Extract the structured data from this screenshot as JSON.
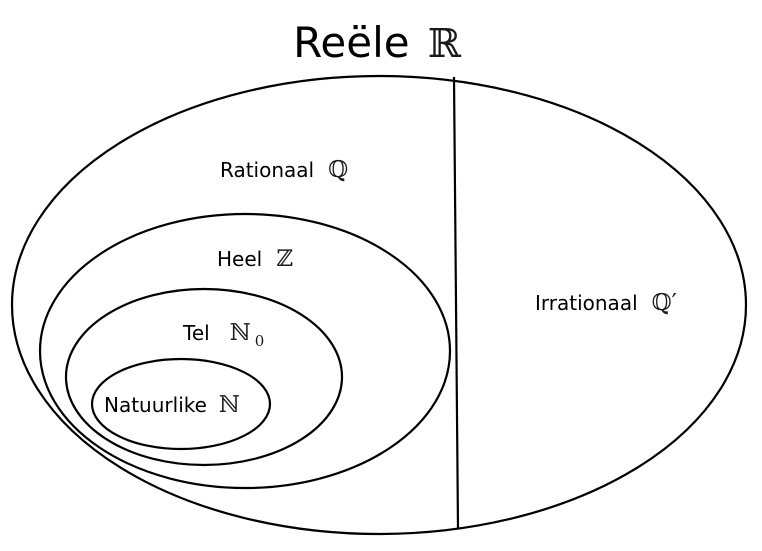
{
  "title": {
    "text": "Reële",
    "symbol": "ℝ"
  },
  "sets": {
    "rational": {
      "label": "Rationaal",
      "symbol": "ℚ"
    },
    "integers": {
      "label": "Heel",
      "symbol": "ℤ"
    },
    "whole": {
      "label": "Tel",
      "symbol": "ℕ",
      "subscript": "0"
    },
    "natural": {
      "label": "Natuurlike",
      "symbol": "ℕ"
    },
    "irrational": {
      "label": "Irrationaal",
      "symbol": "ℚ′"
    }
  },
  "colors": {
    "stroke": "#000000",
    "background": "#ffffff"
  }
}
